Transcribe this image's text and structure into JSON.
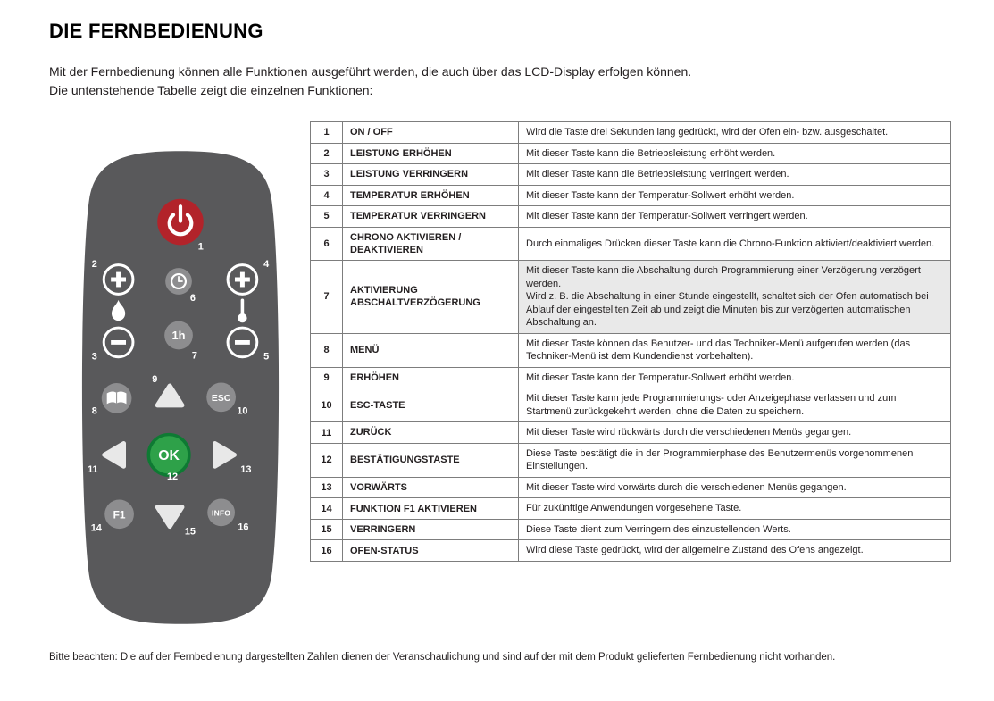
{
  "page": {
    "title": "DIE FERNBEDIENUNG",
    "intro_line1": "Mit der Fernbedienung können alle Funktionen ausgeführt werden, die auch über das LCD-Display erfolgen können.",
    "intro_line2": "Die untenstehende Tabelle zeigt die einzelnen Funktionen:",
    "footnote": "Bitte beachten: Die auf der Fernbedienung dargestellten Zahlen dienen der Veranschaulichung und sind auf der mit dem Produkt gelieferten Fernbedienung nicht vorhanden."
  },
  "remote": {
    "colors": {
      "body_gray": "#59595b",
      "button_gray": "#8d8d8f",
      "power_red": "#b2232a",
      "ok_green": "#2ea149",
      "ok_ring": "#0e7a33",
      "arrow_light": "#e8e8e8"
    },
    "buttons": {
      "power_num": "1",
      "plus_left_num": "2",
      "minus_left_num": "3",
      "plus_right_num": "4",
      "minus_right_num": "5",
      "clock_num": "6",
      "hour_num": "7",
      "hour_label": "1h",
      "menu_num": "8",
      "up_num": "9",
      "esc_num": "10",
      "esc_label": "ESC",
      "left_num": "11",
      "ok_num": "12",
      "ok_label": "OK",
      "right_num": "13",
      "f1_num": "14",
      "f1_label": "F1",
      "down_num": "15",
      "info_num": "16",
      "info_label": "INFO"
    }
  },
  "table": {
    "rows": [
      {
        "num": "1",
        "name": "ON / OFF",
        "desc": "Wird die Taste drei Sekunden lang gedrückt, wird der Ofen ein- bzw. ausgeschaltet."
      },
      {
        "num": "2",
        "name": "LEISTUNG ERHÖHEN",
        "desc": "Mit dieser Taste kann die Betriebsleistung erhöht werden."
      },
      {
        "num": "3",
        "name": "LEISTUNG VERRINGERN",
        "desc": "Mit dieser Taste kann die Betriebsleistung verringert werden."
      },
      {
        "num": "4",
        "name": "TEMPERATUR ERHÖHEN",
        "desc": "Mit dieser Taste kann der Temperatur-Sollwert erhöht werden."
      },
      {
        "num": "5",
        "name": "TEMPERATUR VERRINGERN",
        "desc": "Mit dieser Taste kann der Temperatur-Sollwert verringert werden."
      },
      {
        "num": "6",
        "name": "CHRONO AKTIVIEREN /\nDEAKTIVIEREN",
        "desc": "Durch einmaliges Drücken dieser Taste kann die Chrono-Funktion aktiviert/deaktiviert werden."
      },
      {
        "num": "7",
        "name": "AKTIVIERUNG\nABSCHALTVERZÖGERUNG",
        "desc": "Mit dieser Taste kann die Abschaltung durch Programmierung einer Verzögerung verzögert werden.\nWird z. B. die Abschaltung in einer Stunde eingestellt, schaltet sich der Ofen automatisch bei Ablauf der eingestellten Zeit ab und zeigt die Minuten bis zur verzögerten automatischen Abschaltung an."
      },
      {
        "num": "8",
        "name": "MENÜ",
        "desc": "Mit dieser Taste können das Benutzer- und das Techniker-Menü aufgerufen werden (das Techniker-Menü ist dem Kundendienst vorbehalten)."
      },
      {
        "num": "9",
        "name": "ERHÖHEN",
        "desc": "Mit dieser Taste kann der Temperatur-Sollwert erhöht werden."
      },
      {
        "num": "10",
        "name": "ESC-TASTE",
        "desc": "Mit dieser Taste kann jede Programmierungs- oder Anzeigephase verlassen und zum Startmenü zurückgekehrt werden, ohne die Daten zu speichern."
      },
      {
        "num": "11",
        "name": "ZURÜCK",
        "desc": "Mit dieser Taste wird rückwärts durch die verschiedenen Menüs gegangen."
      },
      {
        "num": "12",
        "name": "BESTÄTIGUNGSTASTE",
        "desc": "Diese Taste bestätigt die in der Programmierphase des Benutzermenüs vorgenommenen Einstellungen."
      },
      {
        "num": "13",
        "name": "VORWÄRTS",
        "desc": "Mit dieser Taste wird vorwärts durch die verschiedenen Menüs gegangen."
      },
      {
        "num": "14",
        "name": "FUNKTION F1 AKTIVIEREN",
        "desc": "Für zukünftige Anwendungen vorgesehene Taste."
      },
      {
        "num": "15",
        "name": "VERRINGERN",
        "desc": "Diese Taste dient zum Verringern des einzustellenden Werts."
      },
      {
        "num": "16",
        "name": "OFEN-STATUS",
        "desc": "Wird diese Taste gedrückt, wird der allgemeine Zustand des Ofens angezeigt."
      }
    ]
  }
}
